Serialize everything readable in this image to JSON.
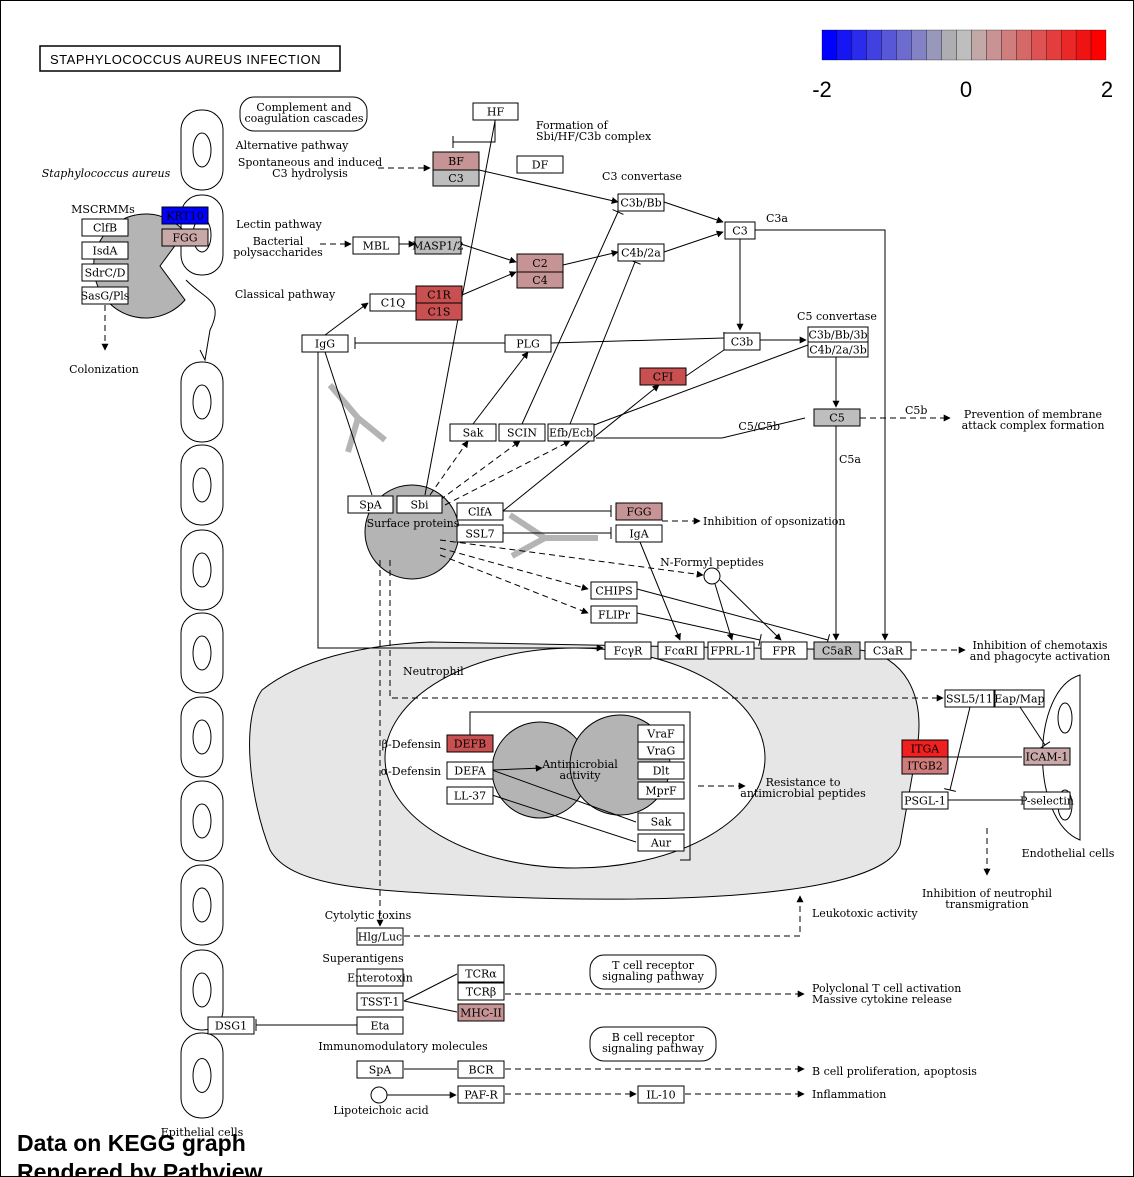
{
  "title": "STAPHYLOCOCCUS AUREUS INFECTION",
  "colors": {
    "none": "#ffffff",
    "grey": "#bebebe",
    "pale": "#c8a8a8",
    "light": "#c69494",
    "medium": "#cf7b7b",
    "strong": "#c85050",
    "red": "#ef2020",
    "blue": "#0000ff"
  },
  "color_scale": {
    "min_label": "-2",
    "mid_label": "0",
    "max_label": "2",
    "swatches": [
      "#0000ff",
      "#1616f5",
      "#2b2bec",
      "#4141e2",
      "#5757d8",
      "#6c6ccf",
      "#8282c5",
      "#9898bb",
      "#adadb2",
      "#bebebe",
      "#c3a8a8",
      "#c99393",
      "#d07d7d",
      "#d66868",
      "#dd5353",
      "#e33d3d",
      "#ea2828",
      "#f01313",
      "#ff0000"
    ]
  },
  "groups": {
    "complement": "Complement and\ncoagulation cascades",
    "tcell": "T cell receptor\nsignaling pathway",
    "bcell": "B cell receptor\nsignaling pathway"
  },
  "nodes": [
    {
      "label": "HF"
    },
    {
      "label": "BF"
    },
    {
      "label": "C3"
    },
    {
      "label": "DF"
    },
    {
      "label": "C3b/Bb"
    },
    {
      "label": "C3"
    },
    {
      "label": "MBL"
    },
    {
      "label": "MASP1/2"
    },
    {
      "label": "C2"
    },
    {
      "label": "C4"
    },
    {
      "label": "C4b/2a"
    },
    {
      "label": "C1Q"
    },
    {
      "label": "C1R"
    },
    {
      "label": "C1S"
    },
    {
      "label": "IgG"
    },
    {
      "label": "PLG"
    },
    {
      "label": "C3b"
    },
    {
      "label": "C3b/Bb/3b"
    },
    {
      "label": "C4b/2a/3b"
    },
    {
      "label": "CFI"
    },
    {
      "label": "Sak"
    },
    {
      "label": "SCIN"
    },
    {
      "label": "Efb/Ecb"
    },
    {
      "label": "C5"
    },
    {
      "label": "SpA"
    },
    {
      "label": "Sbi"
    },
    {
      "label": "ClfA"
    },
    {
      "label": "FGG"
    },
    {
      "label": "SSL7"
    },
    {
      "label": "IgA"
    },
    {
      "label": "CHIPS"
    },
    {
      "label": "FLIPr"
    },
    {
      "label": "FcγR"
    },
    {
      "label": "FcαRI"
    },
    {
      "label": "FPRL-1"
    },
    {
      "label": "FPR"
    },
    {
      "label": "C5aR"
    },
    {
      "label": "C3aR"
    },
    {
      "label": "KRT10"
    },
    {
      "label": "FGG"
    },
    {
      "label": "ClfB"
    },
    {
      "label": "IsdA"
    },
    {
      "label": "SdrC/D"
    },
    {
      "label": "SasG/Pls"
    },
    {
      "label": "SSL5/11"
    },
    {
      "label": "Eap/Map"
    },
    {
      "label": "ITGA"
    },
    {
      "label": "ITGB2"
    },
    {
      "label": "ICAM-1"
    },
    {
      "label": "PSGL-1"
    },
    {
      "label": "P-selectin"
    },
    {
      "label": "DEFB"
    },
    {
      "label": "DEFA"
    },
    {
      "label": "LL-37"
    },
    {
      "label": "VraF"
    },
    {
      "label": "VraG"
    },
    {
      "label": "Dlt"
    },
    {
      "label": "MprF"
    },
    {
      "label": "Sak"
    },
    {
      "label": "Aur"
    },
    {
      "label": "Hlg/Luc"
    },
    {
      "label": "Enterotoxin"
    },
    {
      "label": "TSST-1"
    },
    {
      "label": "TCRα"
    },
    {
      "label": "TCRβ"
    },
    {
      "label": "MHC-II"
    },
    {
      "label": "DSG1"
    },
    {
      "label": "Eta"
    },
    {
      "label": "SpA"
    },
    {
      "label": "BCR"
    },
    {
      "label": "PAF-R"
    },
    {
      "label": "IL-10"
    }
  ],
  "labels": [
    "Formation of\nSbi/HF/C3b complex",
    "Alternative pathway",
    "Spontaneous and induced\nC3 hydrolysis",
    "C3 convertase",
    "C3a",
    "Lectin pathway",
    "Bacterial\npolysaccharides",
    "Classical pathway",
    "C5 convertase",
    "Staphylococcus aureus",
    "MSCRMMs",
    "Colonization",
    "C5b",
    "Prevention of membrane\nattack complex formation",
    "C5/C5b",
    "C5a",
    "Surface proteins",
    "Inhibition of opsonization",
    "N-Formyl peptides",
    "Inhibition of chemotaxis\nand phagocyte activation",
    "Neutrophil",
    "β-Defensin",
    "α-Defensin",
    "Antimicrobial\nactivity",
    "Resistance to\nantimicrobial peptides",
    "Endothelial cells",
    "Inhibition of neutrophil\ntransmigration",
    "Cytolytic toxins",
    "Leukotoxic activity",
    "Superantigens",
    "Polyclonal T cell activation\nMassive cytokine release",
    "Immunomodulatory molecules",
    "B cell proliferation, apoptosis",
    "Lipoteichoic acid",
    "Inflammation",
    "Epithelial cells"
  ],
  "footer": {
    "line1": "Data on KEGG graph",
    "line2": "Rendered by Pathview"
  }
}
